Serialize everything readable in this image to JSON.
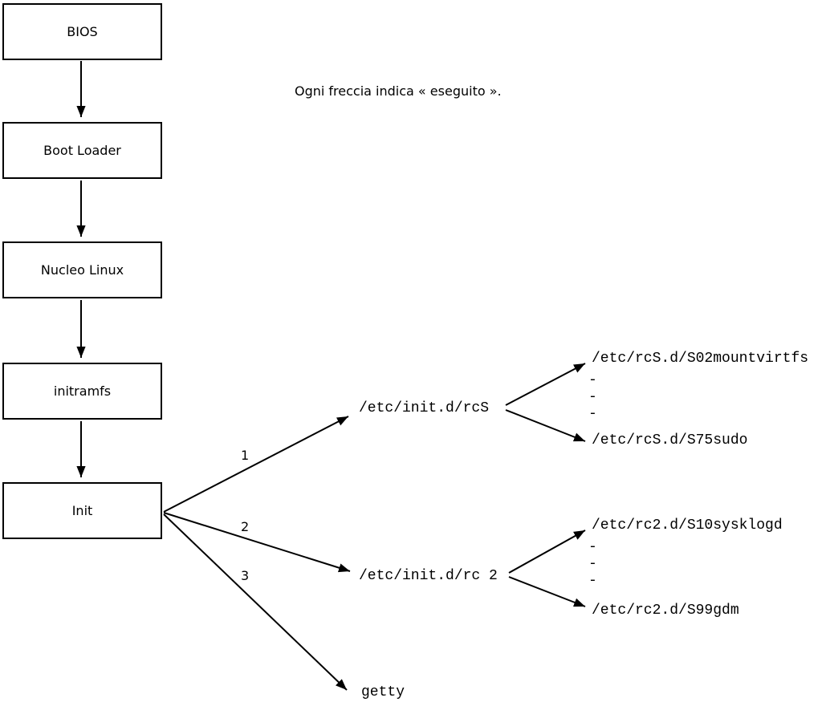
{
  "caption": "Ogni freccia indica « eseguito ».",
  "flow": {
    "boxes": [
      {
        "label": "BIOS"
      },
      {
        "label": "Boot Loader"
      },
      {
        "label": "Nucleo Linux"
      },
      {
        "label": "initramfs"
      },
      {
        "label": "Init"
      }
    ]
  },
  "branches": [
    {
      "number": "1",
      "target": "/etc/init.d/rcS",
      "first_child": "/etc/rcS.d/S02mountvirtfs",
      "dashes": [
        "-",
        "-",
        "-"
      ],
      "last_child": "/etc/rcS.d/S75sudo"
    },
    {
      "number": "2",
      "target": "/etc/init.d/rc 2",
      "first_child": "/etc/rc2.d/S10sysklogd",
      "dashes": [
        "-",
        "-",
        "-"
      ],
      "last_child": "/etc/rc2.d/S99gdm"
    },
    {
      "number": "3",
      "target": "getty"
    }
  ]
}
